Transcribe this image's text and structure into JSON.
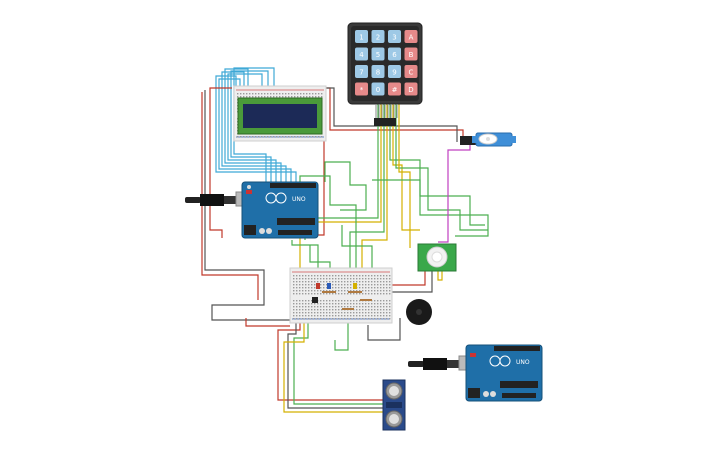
{
  "keypad": {
    "keys": [
      [
        "1",
        "2",
        "3",
        "A"
      ],
      [
        "4",
        "5",
        "6",
        "B"
      ],
      [
        "7",
        "8",
        "9",
        "C"
      ],
      [
        "*",
        "0",
        "#",
        "D"
      ]
    ]
  },
  "arduino_top": {
    "model": "UNO"
  },
  "arduino_bottom": {
    "model": "UNO"
  },
  "colors": {
    "wire_blue": "#3fa9d6",
    "wire_red": "#c0392b",
    "wire_green": "#4caf50",
    "wire_yellow": "#d4b000",
    "wire_magenta": "#c040c0",
    "wire_gray": "#555555",
    "arduino": "#1f6fa8",
    "lcd_screen": "#1c2a57",
    "lcd_board": "#4a9a3a",
    "key_blue": "#9ec9e6",
    "key_red": "#e68a8a"
  }
}
